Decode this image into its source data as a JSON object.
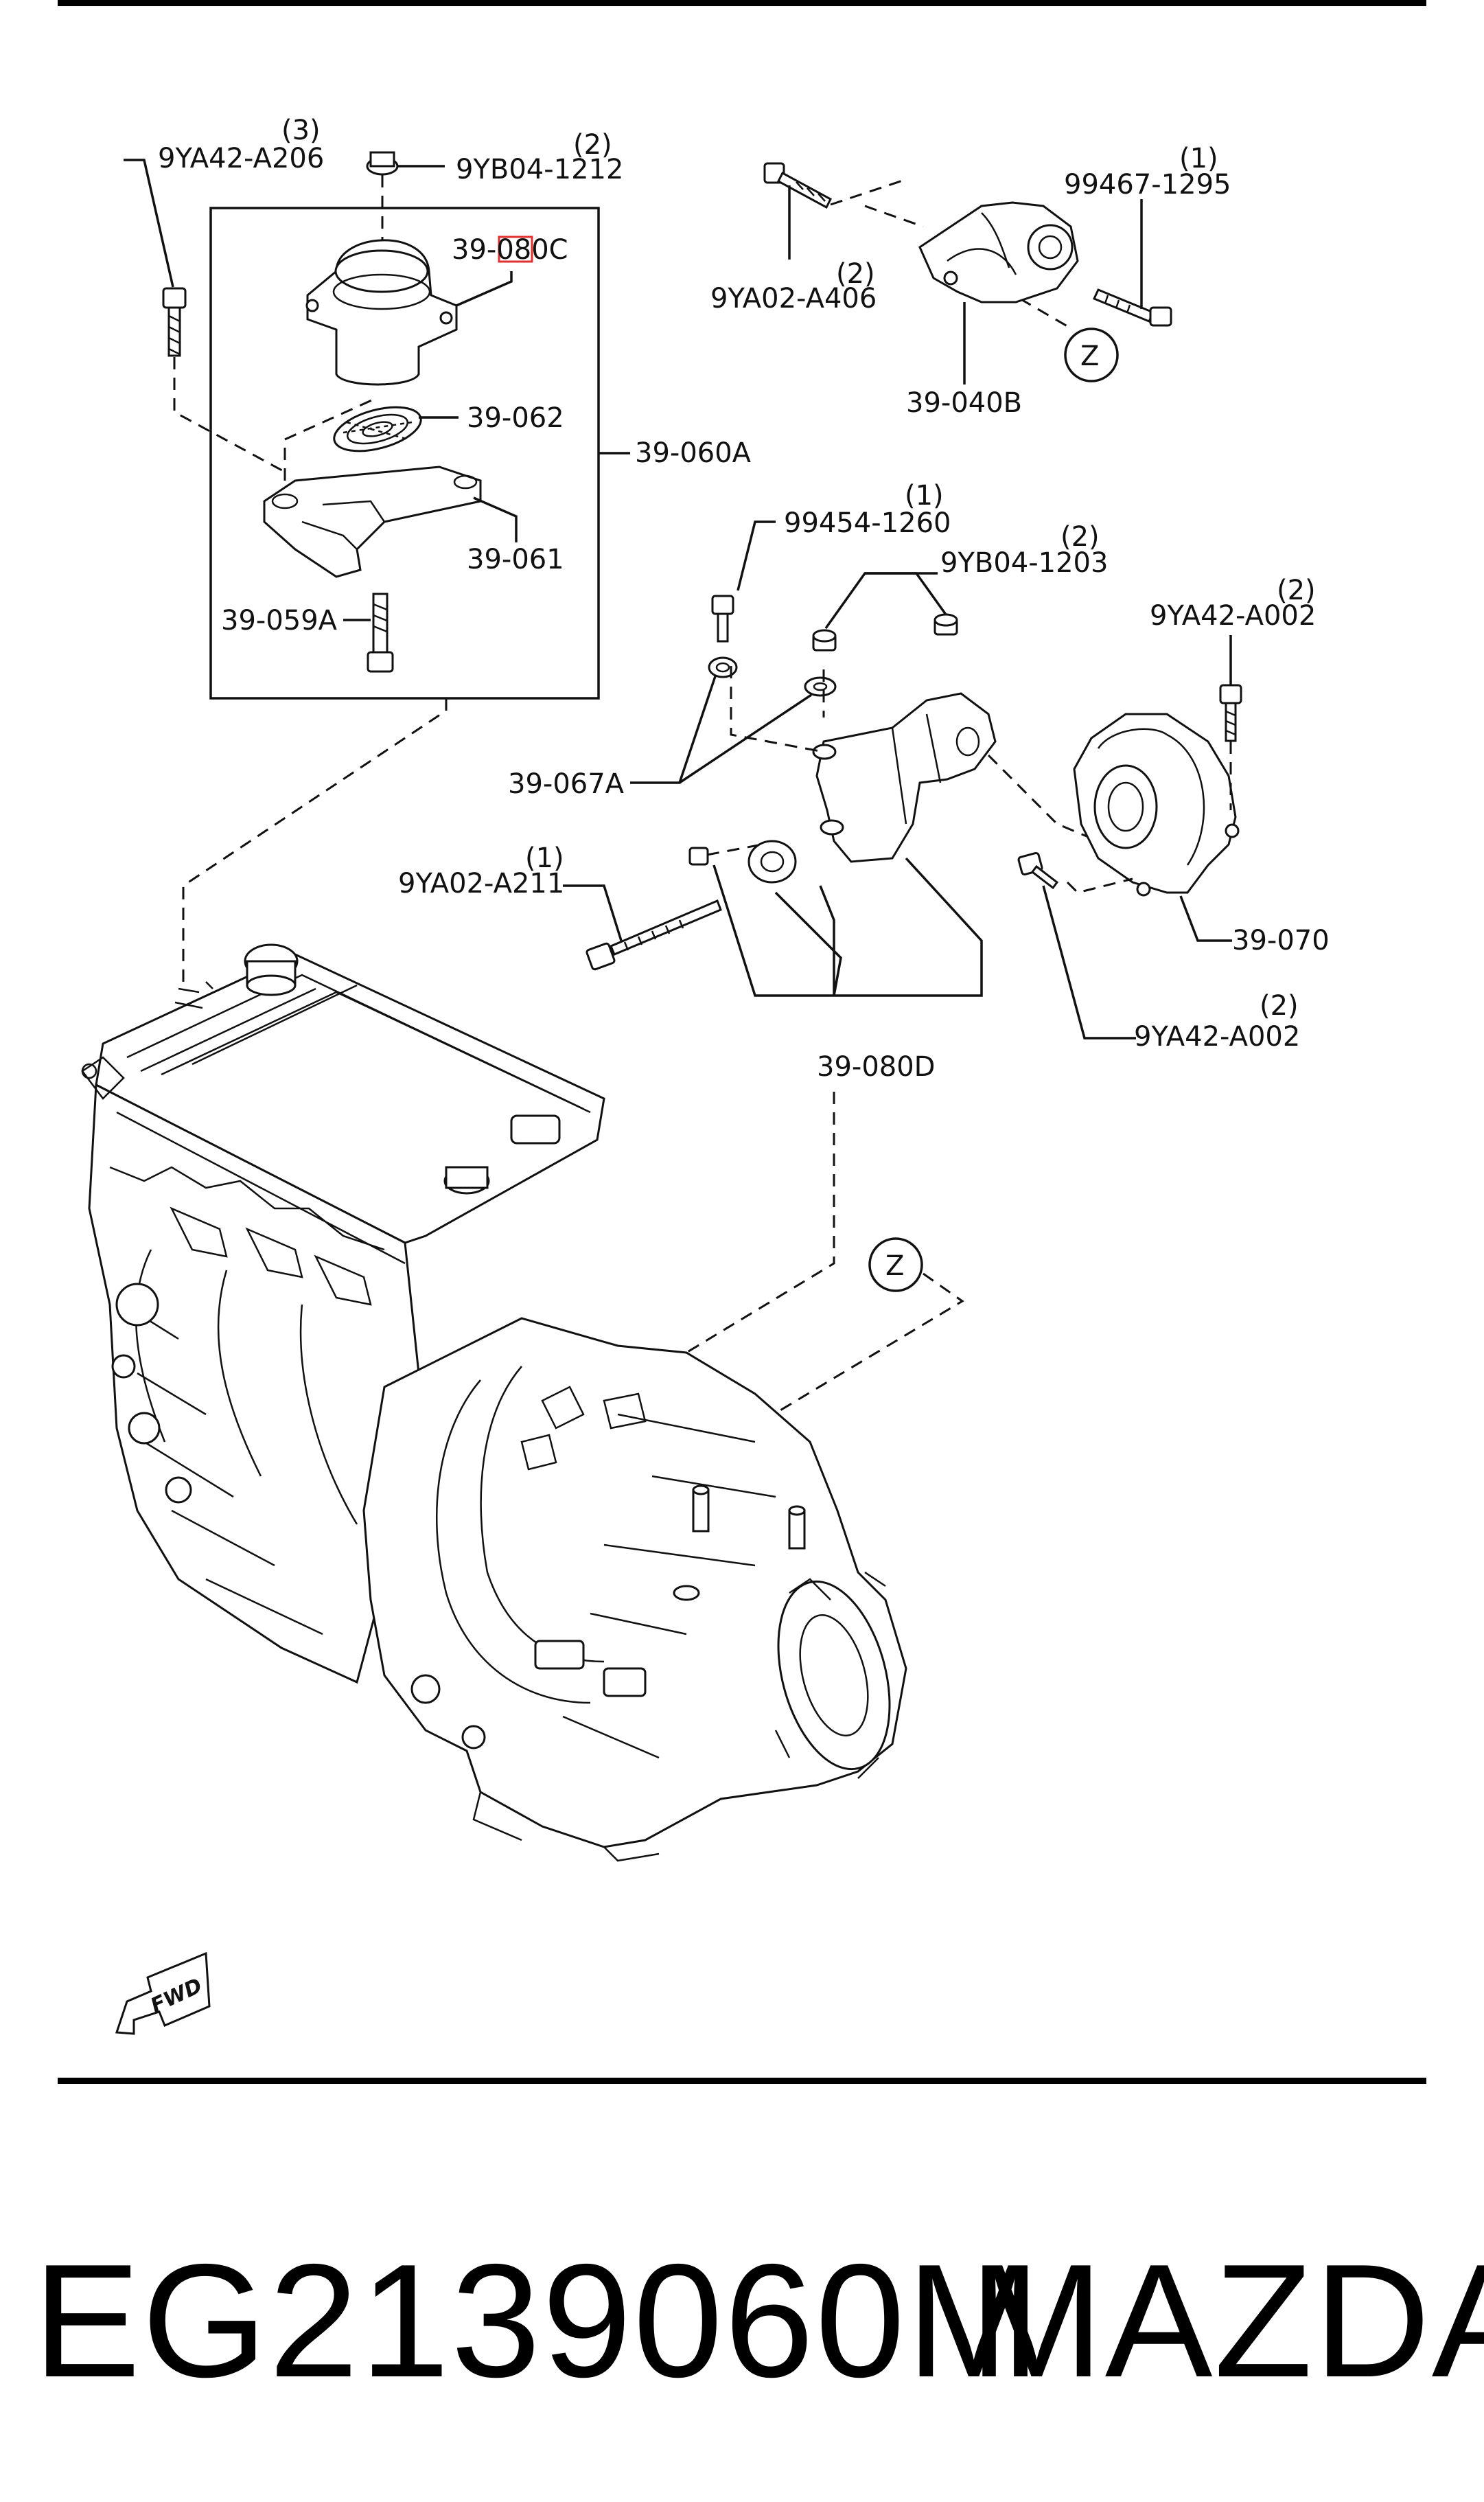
{
  "labels": {
    "p9YA42_A206": "9YA42-A206",
    "q9YA42_A206": "(3)",
    "p9YB04_1212": "9YB04-1212",
    "q9YB04_1212": "(2)",
    "p39_080C": "39-080C",
    "p39_062": "39-062",
    "p39_060A": "39-060A",
    "p39_061": "39-061",
    "p39_059A": "39-059A",
    "p9YA02_A406": "9YA02-A406",
    "q9YA02_A406": "(2)",
    "p99467_1295": "99467-1295",
    "q99467_1295": "(1)",
    "p39_040B": "39-040B",
    "zTop": "Z",
    "p99454_1260": "99454-1260",
    "q99454_1260": "(1)",
    "p9YB04_1203": "9YB04-1203",
    "q9YB04_1203": "(2)",
    "p9YA42_A002a": "9YA42-A002",
    "q9YA42_A002a": "(2)",
    "p39_067A": "39-067A",
    "p9YA02_A211": "9YA02-A211",
    "q9YA02_A211": "(1)",
    "p39_070": "39-070",
    "p9YA42_A002b": "9YA42-A002",
    "q9YA42_A002b": "(2)",
    "p39_080D": "39-080D",
    "zBottom": "Z",
    "fwd": "FWD"
  },
  "footer": {
    "part_number": "EG2139060M",
    "brand": "MAZDA"
  },
  "colors": {
    "line": "#111111",
    "highlight_box": "#e03030",
    "background": "#ffffff"
  }
}
